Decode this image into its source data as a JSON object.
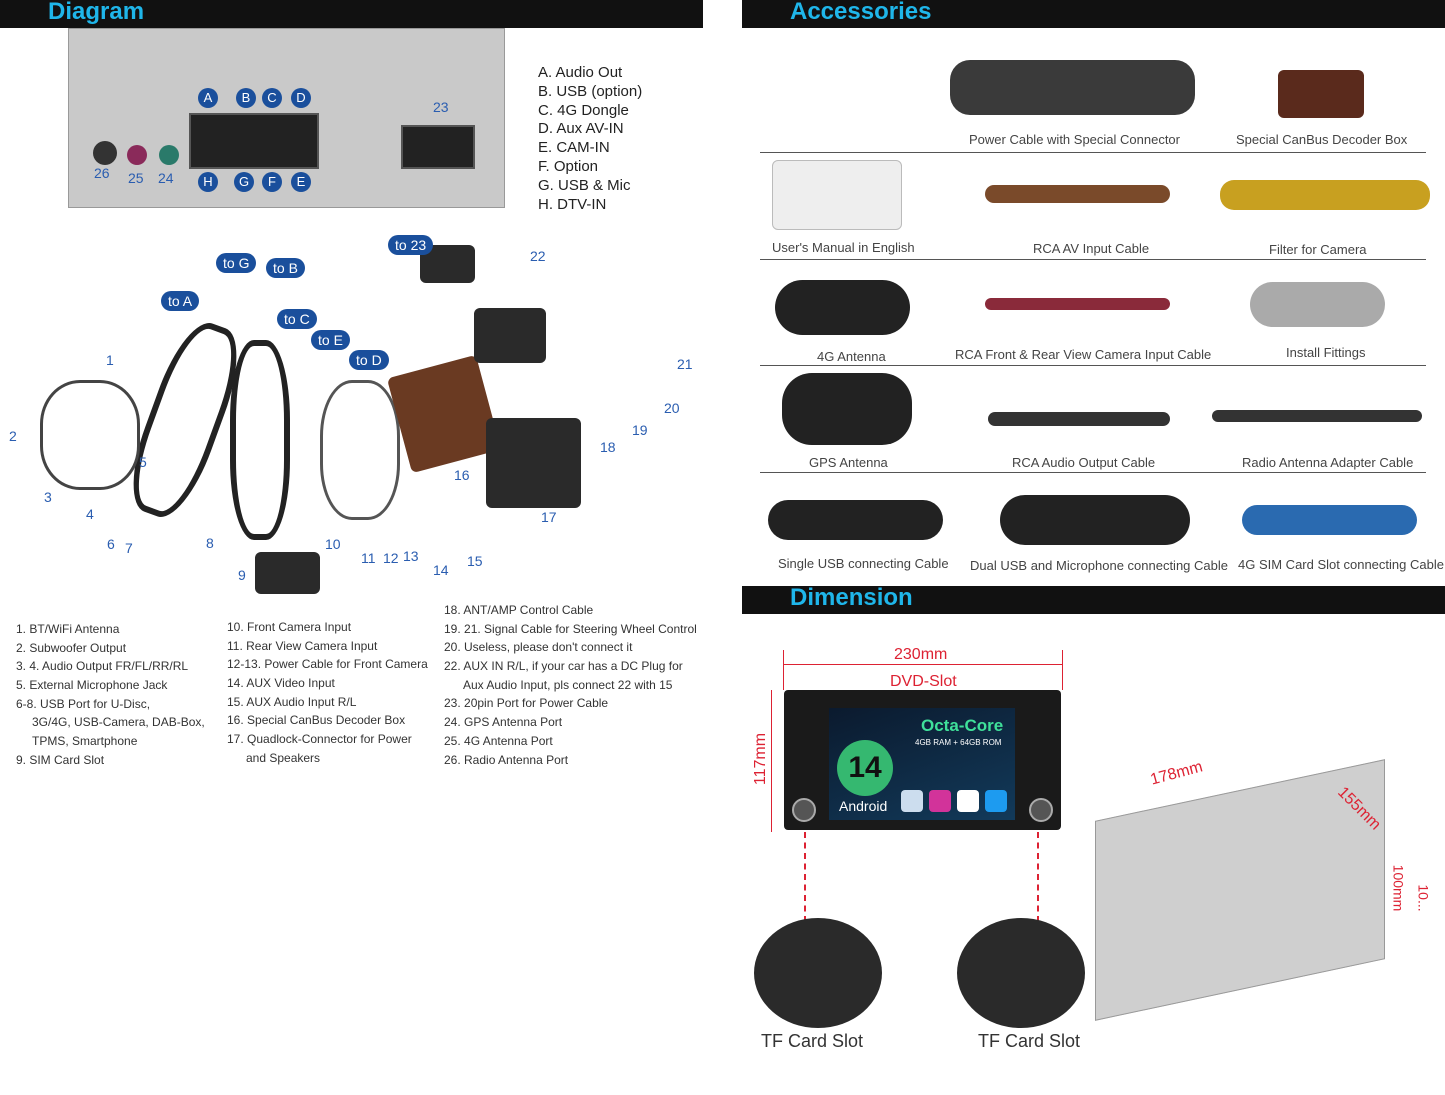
{
  "diagram": {
    "title": "Diagram",
    "port_letters": [
      "A",
      "B",
      "C",
      "D",
      "H",
      "G",
      "F",
      "E"
    ],
    "port_numbers": [
      "26",
      "25",
      "24",
      "23"
    ],
    "legend": [
      "A. Audio Out",
      "B. USB (option)",
      "C. 4G Dongle",
      "D. Aux AV-IN",
      "E. CAM-IN",
      "F. Option",
      "G. USB & Mic",
      "H. DTV-IN"
    ],
    "callouts": [
      "to G",
      "to B",
      "to A",
      "to C",
      "to E",
      "to D",
      "to 23"
    ],
    "cable_numbers": [
      "1",
      "2",
      "3",
      "4",
      "5",
      "6",
      "7",
      "8",
      "9",
      "10",
      "11",
      "12",
      "13",
      "14",
      "15",
      "16",
      "17",
      "18",
      "19",
      "20",
      "21",
      "22"
    ],
    "list_col1": [
      "1. BT/WiFi Antenna",
      "2. Subwoofer Output",
      "3. 4. Audio Output FR/FL/RR/RL",
      "5. External Microphone Jack",
      "6-8. USB Port for U-Disc,",
      "3G/4G, USB-Camera, DAB-Box,",
      "TPMS, Smartphone",
      "9. SIM Card Slot"
    ],
    "list_col2": [
      "10. Front Camera Input",
      "11. Rear View Camera Input",
      "12-13. Power Cable for Front Camera",
      "14. AUX Video Input",
      "15. AUX Audio Input R/L",
      "16. Special CanBus Decoder Box",
      "17. Quadlock-Connector for Power",
      "and Speakers"
    ],
    "list_col3": [
      "18. ANT/AMP Control Cable",
      "19. 21. Signal Cable for Steering Wheel Control",
      "20. Useless, please don't connect it",
      "22. AUX IN R/L, if your car has a DC Plug for",
      "Aux Audio Input, pls connect 22 with 15",
      "23. 20pin Port for Power Cable",
      "24. GPS Antenna Port",
      "25. 4G Antenna Port",
      "26. Radio Antenna Port"
    ]
  },
  "accessories": {
    "title": "Accessories",
    "items": [
      "Power Cable with Special Connector",
      "Special CanBus Decoder Box",
      "User's Manual in English",
      "RCA AV Input Cable",
      "Filter for Camera",
      "4G Antenna",
      "RCA Front & Rear View Camera Input Cable",
      "Install Fittings",
      "GPS Antenna",
      "RCA Audio Output Cable",
      "Radio Antenna Adapter Cable",
      "Single USB connecting Cable",
      "Dual USB and Microphone connecting Cable",
      "4G SIM Card Slot connecting Cable"
    ]
  },
  "dimension": {
    "title": "Dimension",
    "width": "230mm",
    "slot": "DVD-Slot",
    "height": "117mm",
    "depth1": "178mm",
    "depth2": "155mm",
    "depth3": "100mm",
    "depth4": "10...",
    "tf1": "TF Card Slot",
    "tf2": "TF Card Slot",
    "screen": {
      "cpu": "Octa-Core",
      "mem": "4GB RAM + 64GB ROM",
      "os_version": "14",
      "os": "Android"
    }
  },
  "colors": {
    "accent": "#1fb6ea",
    "callout": "#1a4f9c",
    "dimension": "#d22233"
  }
}
